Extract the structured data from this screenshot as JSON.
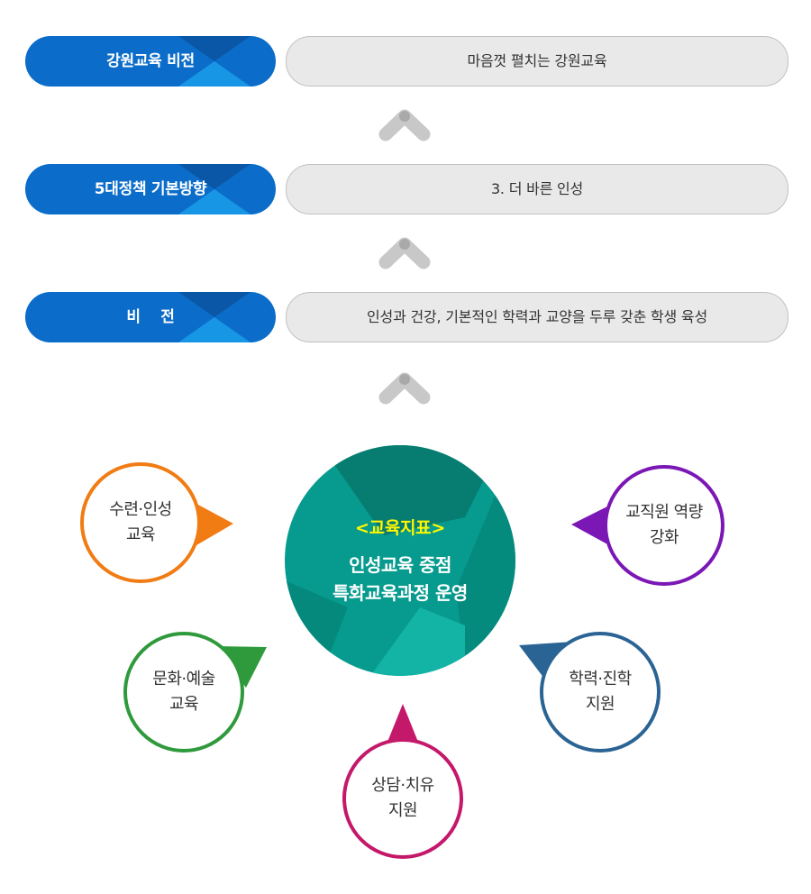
{
  "rows": [
    {
      "label": "강원교육 비전",
      "value": "마음껏 펼치는 강원교육"
    },
    {
      "label": "5대정책 기본방향",
      "value": "3. 더 바른 인성"
    },
    {
      "label": "비    전",
      "value": "인성과 건강, 기본적인 학력과 교양을 두루 갖춘 학생 육성"
    }
  ],
  "center": {
    "goal_label": "<교육지표>",
    "line1": "인성교육 중점",
    "line2": "특화교육과정 운영"
  },
  "satellites": [
    {
      "line1": "수련·인성",
      "line2": "교육",
      "color": "#f07c13"
    },
    {
      "line1": "교직원 역량",
      "line2": "강화",
      "color": "#7b17b5"
    },
    {
      "line1": "문화·예술",
      "line2": "교육",
      "color": "#2f9a3c"
    },
    {
      "line1": "학력·진학",
      "line2": "지원",
      "color": "#2a6494"
    },
    {
      "line1": "상담·치유",
      "line2": "지원",
      "color": "#c4186a"
    }
  ],
  "colors": {
    "label_blue": "#0b6dc9",
    "center_teal": "#069b8e",
    "arrow_gray": "#c8c8c8"
  },
  "icons": [
    "chevron-up-icon"
  ]
}
